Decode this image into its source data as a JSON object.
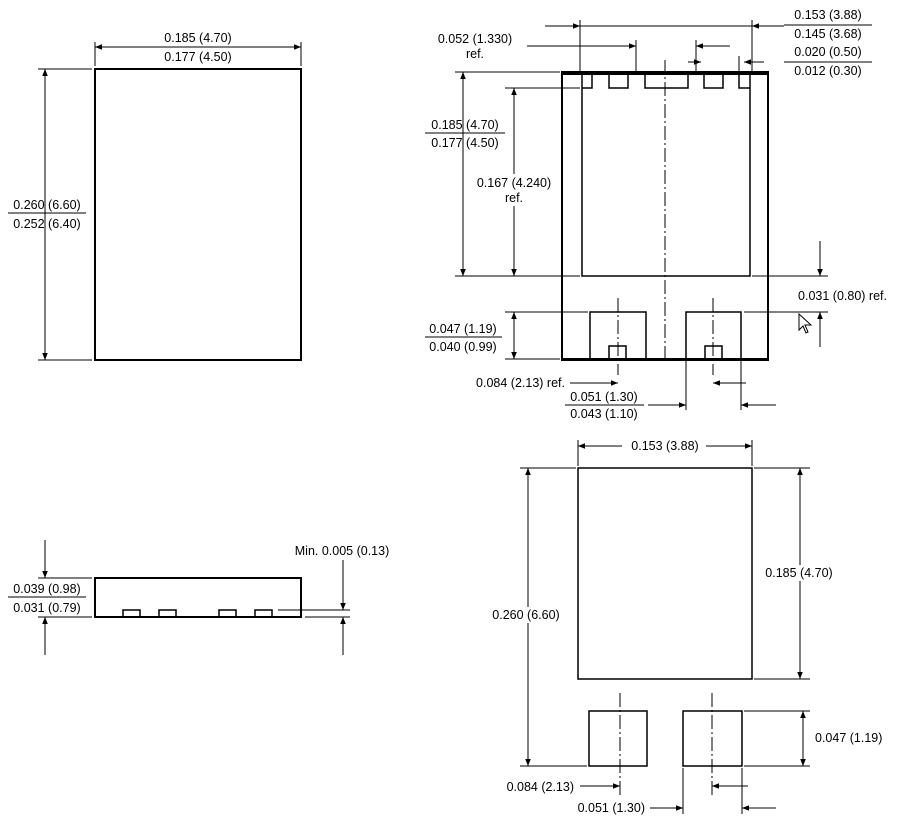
{
  "top_left_view": {
    "width_max": "0.185 (4.70)",
    "width_min": "0.177 (4.50)",
    "height_max": "0.260 (6.60)",
    "height_min": "0.252 (6.40)"
  },
  "top_right_view": {
    "ref_1330": "0.052 (1.330)",
    "ref_word_a": "ref.",
    "width_pads_max": "0.153 (3.88)",
    "width_pads_min": "0.145 (3.68)",
    "pad_max": "0.020 (0.50)",
    "pad_min": "0.012 (0.30)",
    "body_max": "0.185 (4.70)",
    "body_min": "0.177 (4.50)",
    "ref_4240": "0.167 (4.240)",
    "ref_word_b": "ref.",
    "gap_ref": "0.031 (0.80) ref.",
    "lower_max": "0.047 (1.19)",
    "lower_min": "0.040 (0.99)",
    "pitch_ref": "0.084 (2.13) ref.",
    "lower_w_max": "0.051 (1.30)",
    "lower_w_min": "0.043 (1.10)"
  },
  "side_view": {
    "min_gap": "Min. 0.005 (0.13)",
    "thick_max": "0.039 (0.98)",
    "thick_min": "0.031 (0.79)"
  },
  "footprint_view": {
    "width": "0.153 (3.88)",
    "pad_height": "0.185 (4.70)",
    "total_height": "0.260 (6.60)",
    "small_pad_height": "0.047 (1.19)",
    "pitch": "0.084 (2.13)",
    "small_pad_width": "0.051 (1.30)"
  }
}
